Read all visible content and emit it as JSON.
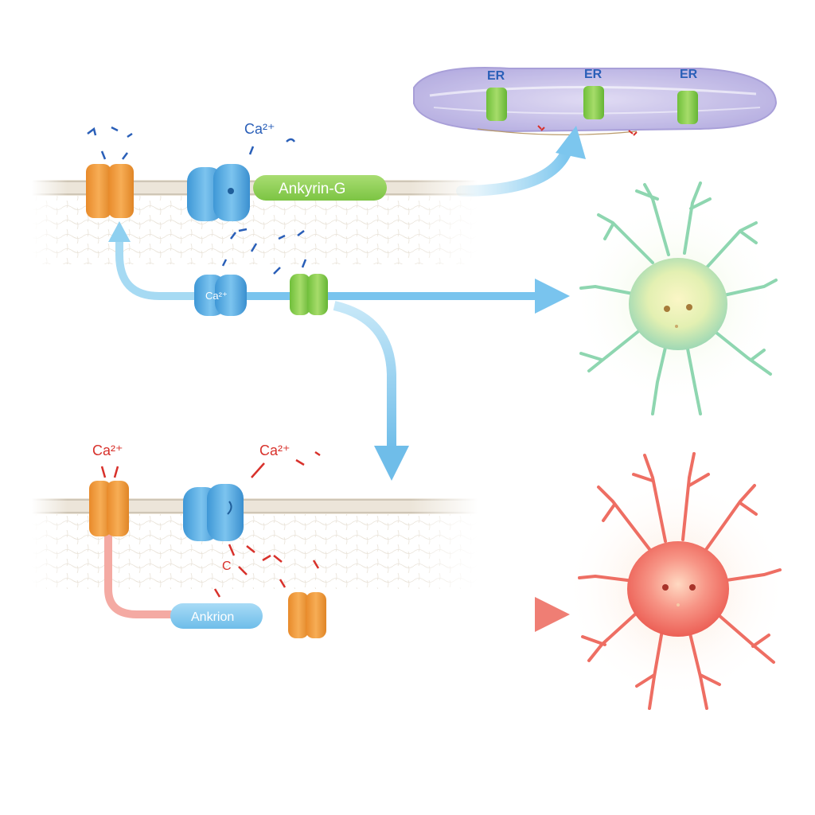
{
  "er": {
    "labels": [
      "ER",
      "ER",
      "ER"
    ]
  },
  "top_pathway": {
    "ion_symbol_top": "Ca²⁺",
    "ankyrin_label": "Ankyrin-G",
    "channel_ion_label": "Ca²⁺"
  },
  "bottom_pathway": {
    "ion_symbol_left": "Ca²⁺",
    "ion_symbol_right": "Ca²⁺",
    "ion_symbol_small": "C",
    "ankyrin_label": "Ankrion"
  },
  "cells": {
    "healthy_color": "#8ed6b0",
    "stressed_color": "#f07a6e"
  },
  "colors": {
    "healthy_arrow": "#8fd0f0",
    "stress_arrow": "#f08a80",
    "orange_channel": "#f29a3a",
    "blue_channel": "#5ab0e6",
    "green_channel": "#8fd14f",
    "ion_blue": "#2a5fb8",
    "ion_red": "#d8312b"
  }
}
